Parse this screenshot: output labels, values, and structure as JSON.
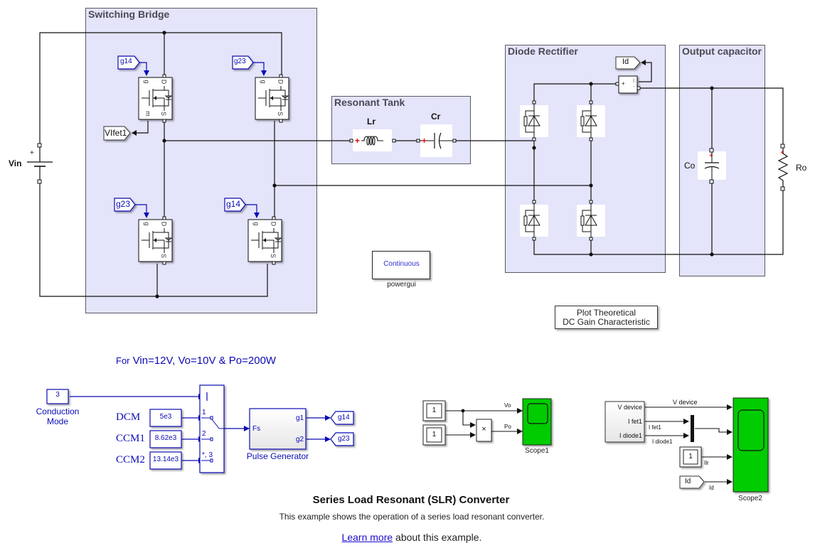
{
  "model": {
    "title": "Series Load Resonant (SLR) Converter",
    "description": "This example shows the operation of a series load resonant converter.",
    "learn_more_link": "Learn more",
    "learn_more_suffix": " about this example."
  },
  "areas": {
    "switching_bridge": "Switching Bridge",
    "resonant_tank": "Resonant Tank",
    "diode_rectifier": "Diode Rectifier",
    "output_capacitor": "Output capacitor"
  },
  "components": {
    "vin": "Vin",
    "vin_plus": "+",
    "lr": "Lr",
    "cr": "Cr",
    "co": "Co",
    "ro": "Ro",
    "mosfet_gate_port": "g",
    "mosfet_drain_port": "D",
    "mosfet_source_port": "S",
    "mosfet_meas_port": "m",
    "current_meas_plus": "+",
    "current_meas_minus": "-",
    "current_meas_out": "i"
  },
  "tags": {
    "q1_gate": "g14",
    "q2_gate": "g23",
    "q3_gate": "g23",
    "q4_gate": "g14",
    "vifet1": "VIfet1",
    "id_top": "Id",
    "pg_out1": "g14",
    "pg_out2": "g23",
    "scope2_id": "Id"
  },
  "powergui": {
    "mode": "Continuous",
    "label": "powergui"
  },
  "plot_button": {
    "line1": "Plot Theoretical",
    "line2": "DC Gain Characteristic"
  },
  "control": {
    "annotation": "For Vin=12V, Vo=10V & Po=200W",
    "conduction_mode_value": "3",
    "conduction_mode_label_1": "Conduction",
    "conduction_mode_label_2": "Mode",
    "modes": [
      {
        "label": "DCM",
        "value": "5e3",
        "port": "1"
      },
      {
        "label": "CCM1",
        "value": "8.62e3",
        "port": "2"
      },
      {
        "label": "CCM2",
        "value": "13.14e3",
        "port": "*, 3"
      }
    ],
    "pulse_generator": {
      "label": "Pulse Generator",
      "in_port": "Fs",
      "out1": "g1",
      "out2": "g2"
    }
  },
  "scope1": {
    "label": "Scope1",
    "display1": "1",
    "display2": "1",
    "product_symbol": "×",
    "signal_vo": "Vo",
    "signal_po": "Po"
  },
  "scope2": {
    "label": "Scope2",
    "meas_block_ports": [
      "V device",
      "I fet1",
      "I diode1"
    ],
    "signal_vdevice": "V device",
    "signal_ifet1": "I fet1",
    "signal_idiode1": "I diode1",
    "ilr_display": "1",
    "signal_ilr": "Ilr",
    "signal_id": "Id"
  },
  "colors": {
    "area_fill": "#e4e4fa",
    "area_border": "#5a5a66",
    "signal_blue": "#0b0bb4",
    "scope_green": "#00cc00",
    "port_plus_red": "#e00000",
    "link_blue": "#1a0dcc"
  }
}
